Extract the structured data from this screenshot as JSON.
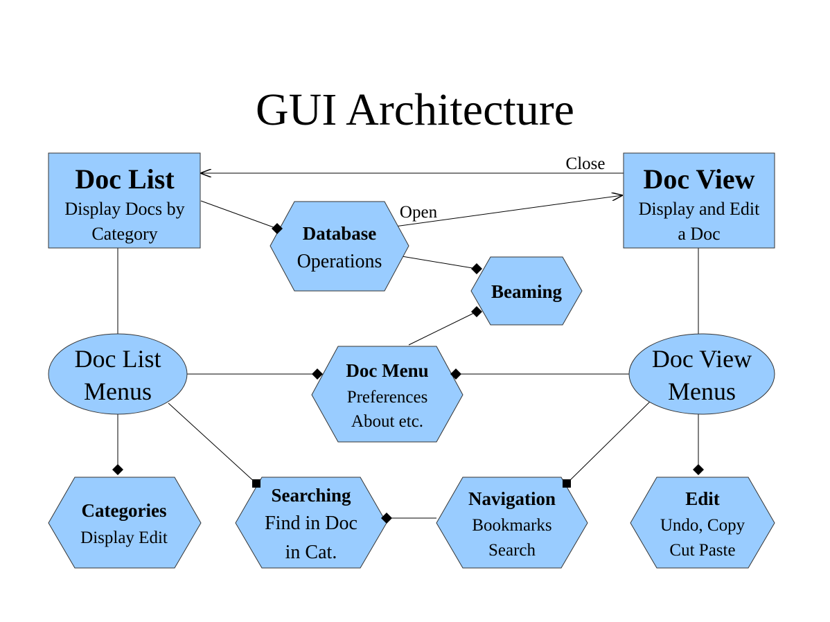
{
  "title": "GUI Architecture",
  "nodes": {
    "doc_list": {
      "title": "Doc List",
      "line1": "Display Docs by",
      "line2": "Category"
    },
    "doc_view": {
      "title": "Doc View",
      "line1": "Display and Edit",
      "line2": "a Doc"
    },
    "database": {
      "title": "Database",
      "line1": "Operations"
    },
    "beaming": {
      "title": "Beaming"
    },
    "doc_list_menus": {
      "line1": "Doc List",
      "line2": "Menus"
    },
    "doc_view_menus": {
      "line1": "Doc View",
      "line2": "Menus"
    },
    "doc_menu": {
      "title": "Doc Menu",
      "line1": "Preferences",
      "line2": "About etc."
    },
    "categories": {
      "title": "Categories",
      "line1": "Display Edit"
    },
    "searching": {
      "title": "Searching",
      "line1": "Find in Doc",
      "line2": "in Cat."
    },
    "navigation": {
      "title": "Navigation",
      "line1": "Bookmarks",
      "line2": "Search"
    },
    "edit": {
      "title": "Edit",
      "line1": "Undo, Copy",
      "line2": "Cut Paste"
    }
  },
  "edges": {
    "close": "Close",
    "open": "Open"
  },
  "colors": {
    "fill": "#99ccff",
    "stroke": "#333333"
  }
}
